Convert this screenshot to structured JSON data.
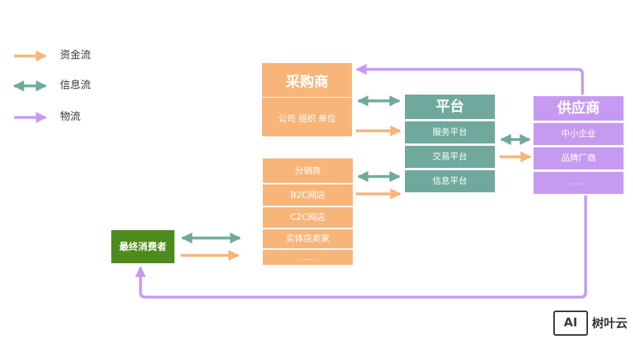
{
  "legend": [
    {
      "label": "资金流",
      "color": "#F7B57A"
    },
    {
      "label": "信息流",
      "color": "#6FA99D"
    },
    {
      "label": "物流",
      "color": "#C79AF1"
    }
  ],
  "buyer": {
    "title": "采购商",
    "subtitle": "公司  组织  单位",
    "color": "#F7B57A"
  },
  "retailers": {
    "color": "#F7B57A",
    "items": [
      "分销商",
      "B2C网店",
      "C2C网店",
      "实体店卖家",
      "……"
    ]
  },
  "platform": {
    "title": "平台",
    "color": "#6FA99D",
    "items": [
      "服务平台",
      "交易平台",
      "信息平台"
    ]
  },
  "supplier": {
    "title": "供应商",
    "color": "#C79AF1",
    "items": [
      "中小企业",
      "品牌厂商",
      "……"
    ]
  },
  "consumer": {
    "label": "最终消费者",
    "color": "#4E8B1E"
  },
  "watermark": {
    "icon_text": "AI",
    "brand": "树叶云"
  }
}
